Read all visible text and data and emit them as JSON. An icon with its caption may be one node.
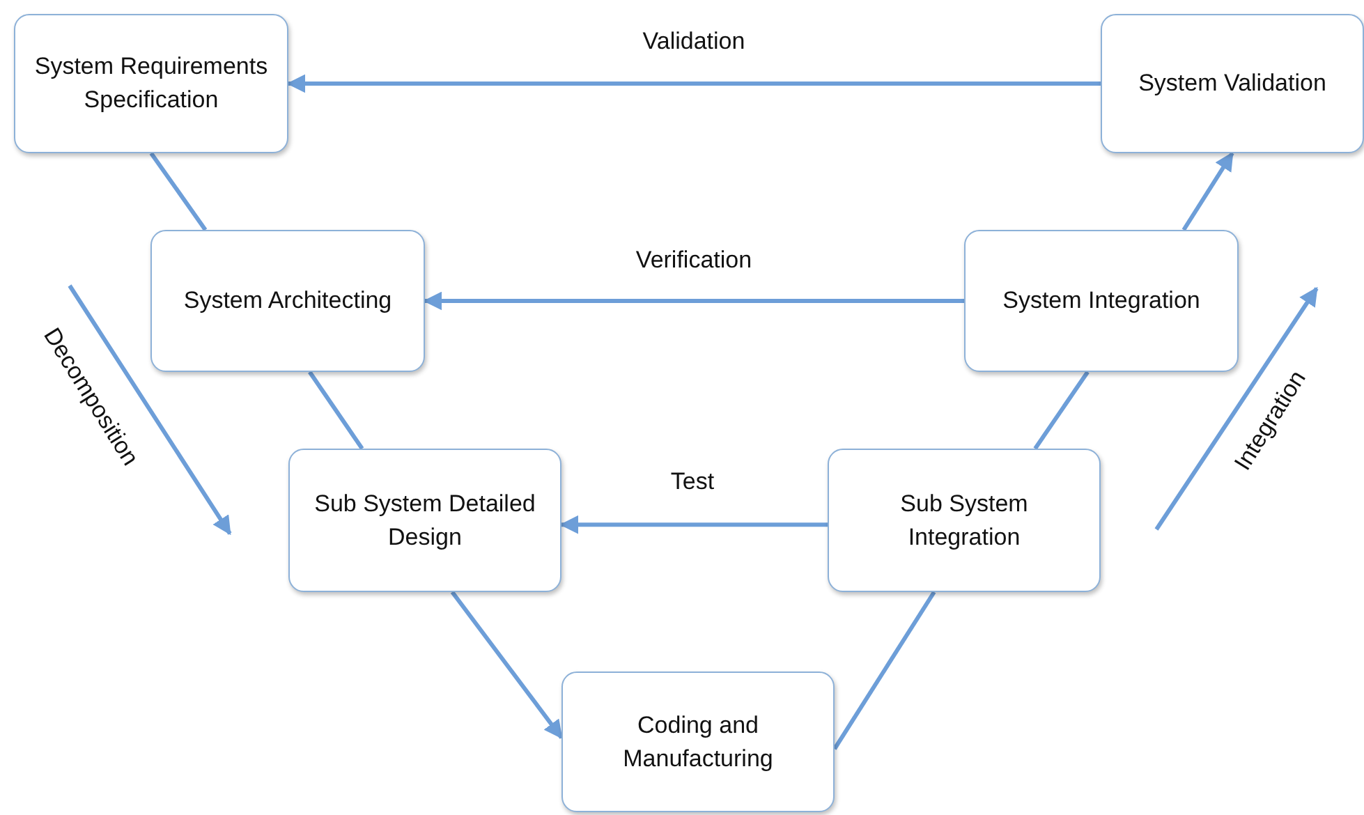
{
  "diagram": {
    "nodes": [
      {
        "text": [
          "System Requirements Specification"
        ]
      },
      {
        "text": [
          "System Validation"
        ]
      },
      {
        "text": [
          "System Architecting"
        ]
      },
      {
        "text": [
          "System Integration"
        ]
      },
      {
        "text": [
          "Sub System Detailed Design"
        ]
      },
      {
        "text": [
          "Sub System Integration"
        ]
      },
      {
        "text": [
          "Coding and Manufacturing"
        ]
      }
    ],
    "edges": [
      {
        "from": 1,
        "to": 0,
        "arrow": "to",
        "label": "Validation"
      },
      {
        "from": 3,
        "to": 2,
        "arrow": "to",
        "label": "Verification"
      },
      {
        "from": 5,
        "to": 4,
        "arrow": "to",
        "label": "Test"
      },
      {
        "from": 0,
        "to": 2,
        "arrow": "none"
      },
      {
        "from": 2,
        "to": 4,
        "arrow": "none"
      },
      {
        "from": 4,
        "to": 6,
        "arrow": "to"
      },
      {
        "from": 6,
        "to": 5,
        "arrow": "none"
      },
      {
        "from": 5,
        "to": 3,
        "arrow": "none"
      },
      {
        "from": 3,
        "to": 1,
        "arrow": "to"
      }
    ],
    "labels": [
      "Decomposition",
      "Integration"
    ]
  }
}
